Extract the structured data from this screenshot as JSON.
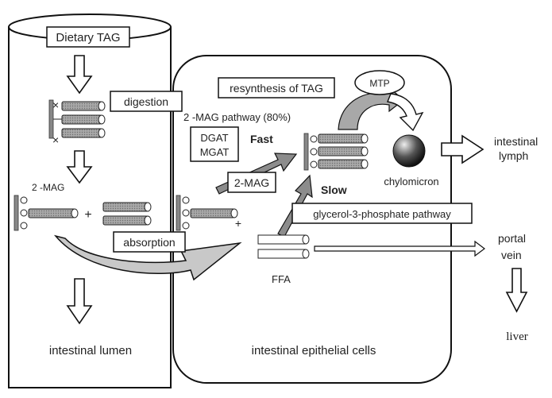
{
  "labels": {
    "dietary_tag": "Dietary TAG",
    "digestion": "digestion",
    "two_mag_lumen": "2 -MAG",
    "absorption": "absorption",
    "intestinal_lumen": "intestinal lumen",
    "resynthesis": "resynthesis of TAG",
    "mtp": "MTP",
    "two_mag_pathway": "2 -MAG pathway (80%)",
    "dgat": "DGAT",
    "mgat": "MGAT",
    "fast": "Fast",
    "two_mag_box": "2-MAG",
    "slow": "Slow",
    "chylomicron": "chylomicron",
    "g3p_pathway": "glycerol-3-phosphate pathway",
    "ffa": "FFA",
    "epithelial": "intestinal epithelial cells",
    "lymph_1": "intestinal",
    "lymph_2": "lymph",
    "portal_1": "portal",
    "portal_2": "vein",
    "liver": "liver",
    "plus": "+"
  }
}
